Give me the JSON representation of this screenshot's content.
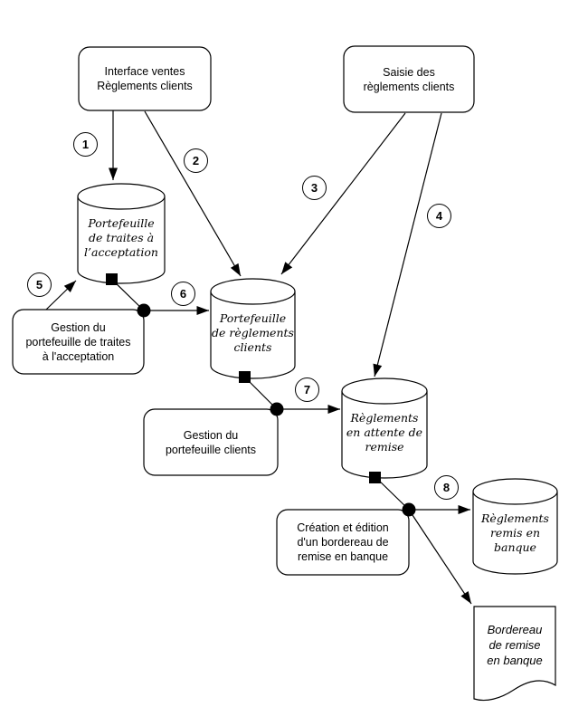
{
  "diagram": {
    "type": "flowchart",
    "colors": {
      "ink": "#000000",
      "paper": "#ffffff"
    },
    "terminals": [
      {
        "id": "interface-ventes",
        "label": "Interface ventes\nRèglements clients"
      },
      {
        "id": "saisie-reglements",
        "label": "Saisie des\nrèglements clients"
      }
    ],
    "datastores": [
      {
        "id": "portefeuille-traites",
        "label": "Portefeuille\nde traites à\nl’acceptation"
      },
      {
        "id": "portefeuille-reglements",
        "label": "Portefeuille\nde règlements\nclients"
      },
      {
        "id": "reglements-attente",
        "label": "Règlements\nen attente de\nremise"
      },
      {
        "id": "reglements-remis",
        "label": "Règlements\nremis en\nbanque"
      }
    ],
    "processes": [
      {
        "id": "gestion-traites",
        "label": "Gestion du\nportefeuille de traites\nà l'acceptation"
      },
      {
        "id": "gestion-clients",
        "label": "Gestion du\nportefeuille clients"
      },
      {
        "id": "creation-bordereau",
        "label": "Création et édition\nd'un bordereau de\nremise en banque"
      }
    ],
    "documents": [
      {
        "id": "bordereau-remise",
        "label": "Bordereau\nde remise\nen banque"
      }
    ],
    "step_numbers": [
      "1",
      "2",
      "3",
      "4",
      "5",
      "6",
      "7",
      "8"
    ]
  }
}
